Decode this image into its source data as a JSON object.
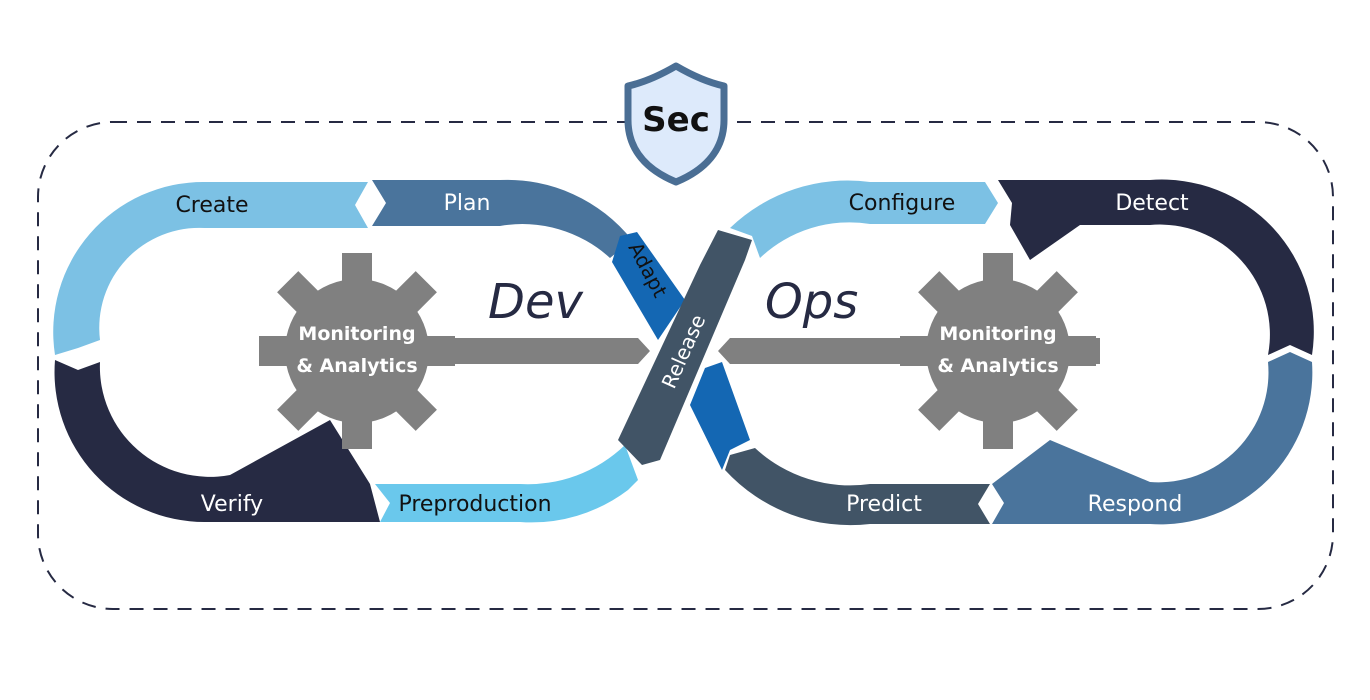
{
  "badge": {
    "label": "Sec",
    "fill": "#ddeafb",
    "stroke": "#4a6e94"
  },
  "words": {
    "dev": "Dev",
    "ops": "Ops"
  },
  "gears": [
    {
      "line1": "Monitoring",
      "line2": "& Analytics"
    },
    {
      "line1": "Monitoring",
      "line2": "& Analytics"
    }
  ],
  "segments": {
    "create": {
      "label": "Create",
      "color": "#7cc1e4",
      "text_color": "#111111"
    },
    "plan": {
      "label": "Plan",
      "color": "#4a749c",
      "text_color": "#ffffff"
    },
    "adapt": {
      "label": "Adapt",
      "color": "#1467b3",
      "text_color": "#111111"
    },
    "release": {
      "label": "Release",
      "color": "#415466",
      "text_color": "#ffffff"
    },
    "verify": {
      "label": "Verify",
      "color": "#262a43",
      "text_color": "#ffffff"
    },
    "preproduction": {
      "label": "Preproduction",
      "color": "#6ac8ec",
      "text_color": "#111111"
    },
    "configure": {
      "label": "Configure",
      "color": "#7cc1e4",
      "text_color": "#111111"
    },
    "detect": {
      "label": "Detect",
      "color": "#262a43",
      "text_color": "#ffffff"
    },
    "respond": {
      "label": "Respond",
      "color": "#4a749c",
      "text_color": "#ffffff"
    },
    "predict": {
      "label": "Predict",
      "color": "#415466",
      "text_color": "#ffffff"
    },
    "ops_link": {
      "label": "",
      "color": "#1467b3",
      "text_color": "#ffffff"
    }
  },
  "colors": {
    "gear": "#808080",
    "border": "#262a43"
  }
}
